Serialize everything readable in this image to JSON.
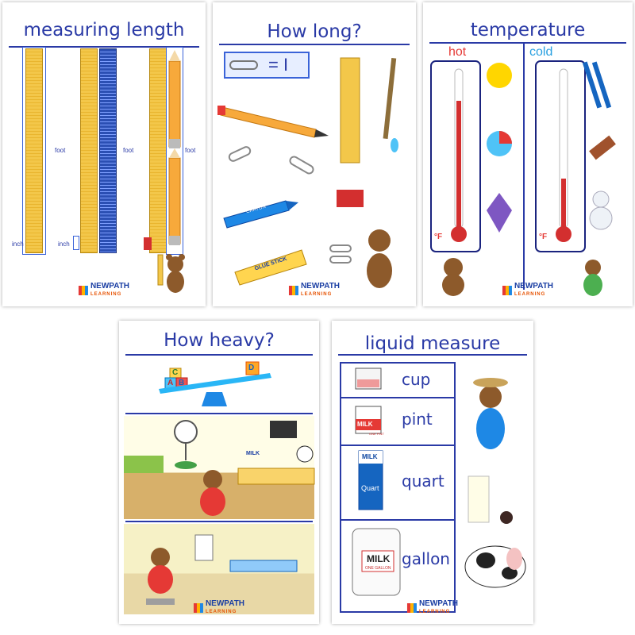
{
  "posters": {
    "length": {
      "title": "measuring length",
      "labels": {
        "foot_1": "foot",
        "foot_2": "foot",
        "foot_3": "foot",
        "inch_1": "inch",
        "inch_2": "inch"
      }
    },
    "how_long": {
      "title": "How long?",
      "equation": "= I",
      "crayon": "CRAYON",
      "glue": "GLUE STICK"
    },
    "temperature": {
      "title": "temperature",
      "hot": "hot",
      "cold": "cold",
      "unit_left": "°F",
      "unit_right": "°F"
    },
    "heavy": {
      "title": "How heavy?",
      "block_letters": [
        "C",
        "A",
        "B",
        "D"
      ],
      "milk": "MILK"
    },
    "liquid": {
      "title": "liquid measure",
      "cup": "cup",
      "pint": "pint",
      "quart": "quart",
      "gallon": "gallon",
      "carton_pint_milk": "MILK",
      "carton_pint_tag": "ONE PINT",
      "carton_quart_milk": "MILK",
      "carton_quart_tag": "Quart",
      "jug_milk": "MILK",
      "jug_tag": "ONE GALLON"
    }
  },
  "brand": {
    "name": "NEWPATH",
    "sub": "LEARNING"
  },
  "colors": {
    "title_blue": "#2a3aa6",
    "ruler_yellow": "#f3c74a",
    "thermo_red": "#d32f2f",
    "hot_red": "#e53935",
    "cold_blue": "#29a0e0"
  }
}
